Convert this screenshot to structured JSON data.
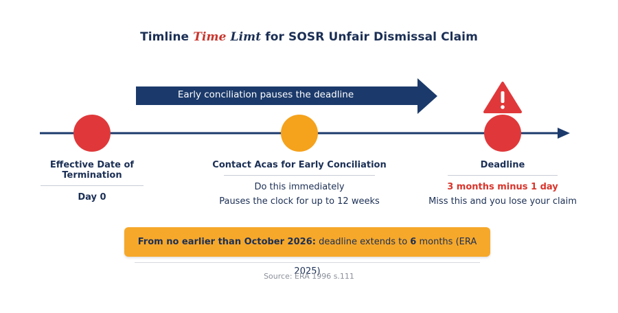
{
  "title": {
    "part1": "Timline ",
    "part2": "Time",
    "part3": " Limt",
    "part4": " for SOSR Unfair Dismissal Claim"
  },
  "arrow_label": "Early conciliation pauses the deadline",
  "stages": [
    {
      "name": "Effective Date of Termination",
      "detail": "Day 0",
      "color": "#e0383a"
    },
    {
      "name": "Contact Acas for Early Conciliation",
      "line1": "Do this immediately",
      "line2": "Pauses the clock for up to 12 weeks",
      "color": "#f5a21c"
    },
    {
      "name": "Deadline",
      "highlight": "3 months minus 1 day",
      "line2": "Miss this and you lose your claim",
      "color": "#e0383a"
    }
  ],
  "warning_icon": "warning-triangle-icon",
  "banner": {
    "lead": "From no earlier than October 2026:",
    "mid": " deadline extends to ",
    "num": "6",
    "tail": " months (ERA 2025)"
  },
  "source": "Source: ERA 1996 s.111",
  "colors": {
    "navy": "#1b3a6b",
    "red": "#e0383a",
    "orange": "#f5a21c",
    "banner": "#f6a82b"
  }
}
